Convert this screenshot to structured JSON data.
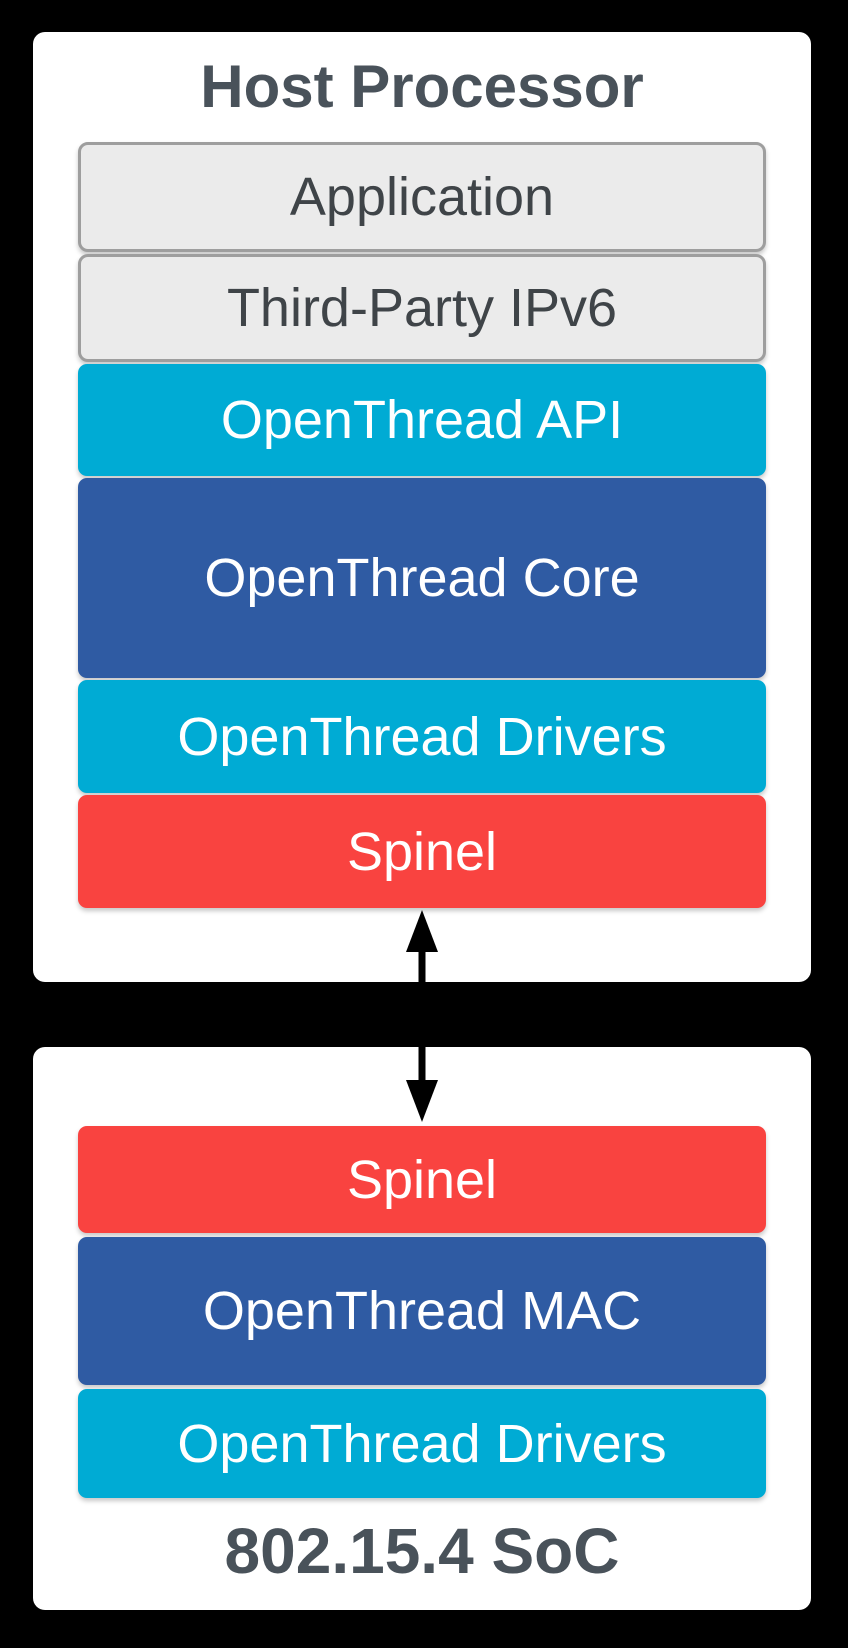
{
  "colors": {
    "background": "#000000",
    "panel": "#ffffff",
    "gray_fill": "#ebebeb",
    "gray_border": "#9e9e9e",
    "cyan": "#00abd4",
    "blue": "#2f5ba3",
    "red": "#f94340",
    "title_text": "#49525a",
    "gray_label_text": "#3f4448",
    "white_label_text": "#ffffff",
    "arrow": "#000000"
  },
  "host_panel": {
    "title": "Host Processor",
    "layers": [
      {
        "label": "Application",
        "type": "gray"
      },
      {
        "label": "Third-Party IPv6",
        "type": "gray"
      },
      {
        "label": "OpenThread API",
        "type": "cyan"
      },
      {
        "label": "OpenThread Core",
        "type": "blue"
      },
      {
        "label": "OpenThread Drivers",
        "type": "cyan"
      },
      {
        "label": "Spinel",
        "type": "red"
      }
    ]
  },
  "soc_panel": {
    "title": "802.15.4 SoC",
    "layers": [
      {
        "label": "Spinel",
        "type": "red"
      },
      {
        "label": "OpenThread MAC",
        "type": "blue"
      },
      {
        "label": "OpenThread Drivers",
        "type": "cyan"
      }
    ]
  },
  "connector": {
    "icon": "bidirectional-arrow",
    "connects": [
      "Spinel",
      "Spinel"
    ]
  }
}
